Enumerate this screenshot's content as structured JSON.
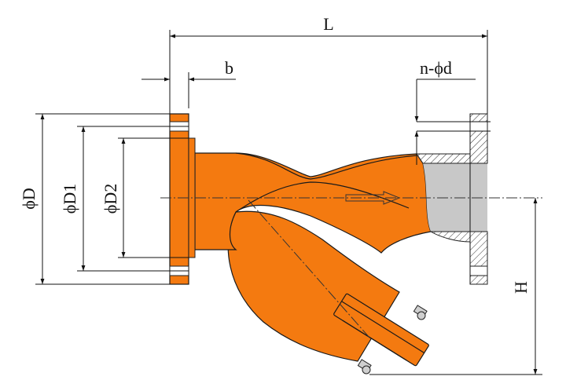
{
  "labels": {
    "length": "L",
    "flange_thickness": "b",
    "bolt_holes": "n-ϕd",
    "flange_outer_diameter": "ϕD",
    "bolt_circle_diameter": "ϕD1",
    "raised_face_diameter": "ϕD2",
    "height": "H"
  },
  "colors": {
    "body": "#f47a10",
    "section_fill": "#c8c8c8",
    "line": "#111111",
    "background": "#ffffff"
  }
}
